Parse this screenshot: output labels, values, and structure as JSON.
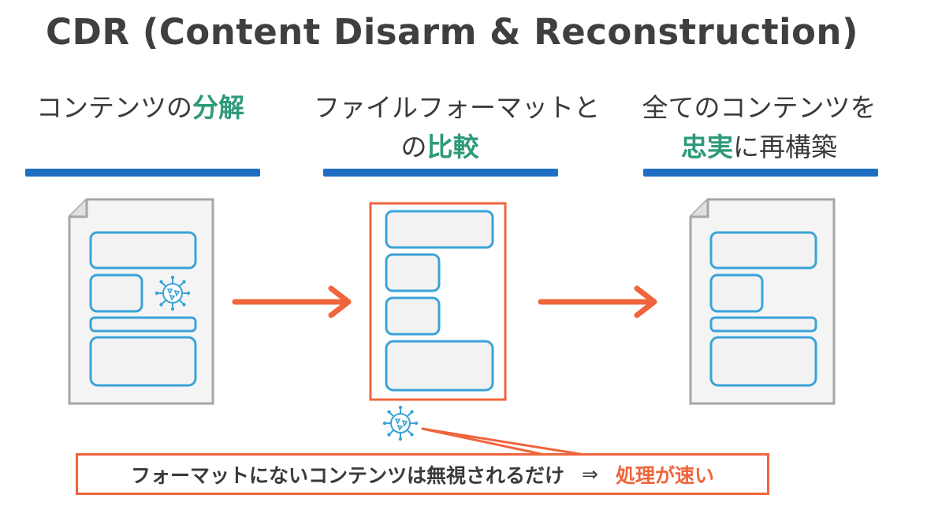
{
  "title": "CDR (Content Disarm & Reconstruction)",
  "columns": [
    {
      "label_plain": "コンテンツの",
      "label_highlight": "分解"
    },
    {
      "label_line1": "ファイルフォーマットと",
      "label_line2_plain": "の",
      "label_line2_highlight": "比較"
    },
    {
      "label_line1": "全てのコンテンツを",
      "label_line2_highlight": "忠実",
      "label_line2_plain": "に再構築"
    }
  ],
  "result": {
    "text": "フォーマットにないコンテンツは無視されるだけ",
    "arrow": "⇒",
    "conclusion": "処理が速い"
  },
  "colors": {
    "title": "#3f3f3f",
    "highlight_green": "#2e9a7a",
    "bar_blue": "#1e6fc2",
    "block_blue": "#3aa3d8",
    "accent_orange": "#f0653c",
    "doc_gray": "#a6a6a6"
  },
  "icons": [
    "virus-icon",
    "arrow-right-icon",
    "document-icon"
  ]
}
